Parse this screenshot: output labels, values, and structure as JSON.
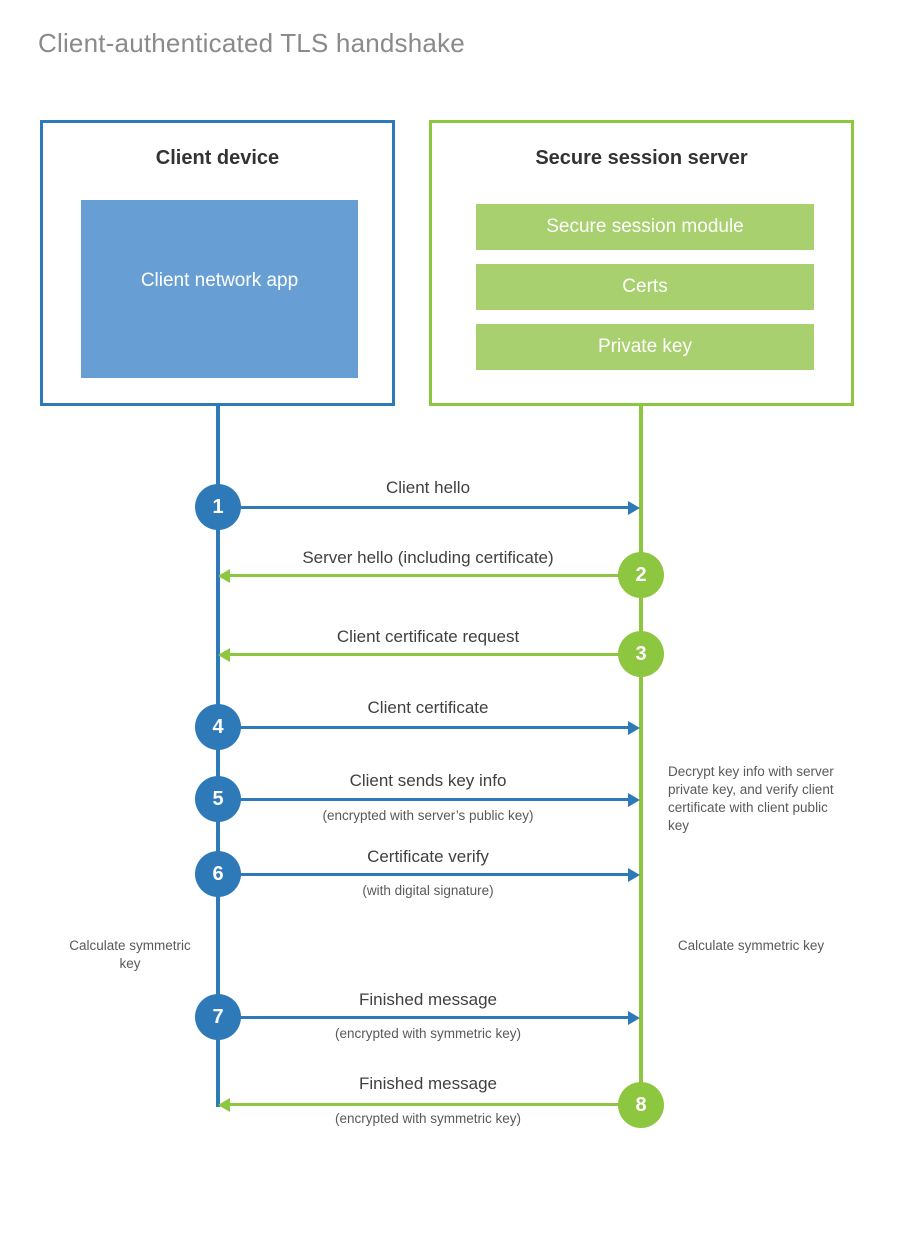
{
  "diagram": {
    "title": "Client-authenticated TLS handshake",
    "colors": {
      "client_blue": "#2e7ab8",
      "client_app_fill": "#679fd4",
      "server_green": "#8dc63f",
      "server_bar_fill": "#a8d06e",
      "title_gray": "#8a8a8a",
      "text_dark": "#404040",
      "background": "#ffffff"
    },
    "participants": [
      {
        "id": "client",
        "title": "Client device",
        "accent": "#2e7ab8",
        "components": [
          "Client network app"
        ]
      },
      {
        "id": "server",
        "title": "Secure session server",
        "accent": "#8dc63f",
        "components": [
          "Secure session module",
          "Certs",
          "Private key"
        ]
      }
    ],
    "messages": [
      {
        "number": "1",
        "label": "Client hello",
        "sub": "",
        "direction": "client-to-server",
        "color": "#2e7ab8"
      },
      {
        "number": "2",
        "label": "Server hello (including certificate)",
        "sub": "",
        "direction": "server-to-client",
        "color": "#8dc63f"
      },
      {
        "number": "3",
        "label": "Client certificate request",
        "sub": "",
        "direction": "server-to-client",
        "color": "#8dc63f"
      },
      {
        "number": "4",
        "label": "Client certificate",
        "sub": "",
        "direction": "client-to-server",
        "color": "#2e7ab8"
      },
      {
        "number": "5",
        "label": "Client sends key info",
        "sub": "(encrypted with server’s public key)",
        "direction": "client-to-server",
        "color": "#2e7ab8"
      },
      {
        "number": "6",
        "label": "Certificate verify",
        "sub": "(with digital signature)",
        "direction": "client-to-server",
        "color": "#2e7ab8"
      },
      {
        "number": "7",
        "label": "Finished message",
        "sub": "(encrypted with symmetric key)",
        "direction": "client-to-server",
        "color": "#2e7ab8"
      },
      {
        "number": "8",
        "label": "Finished message",
        "sub": "(encrypted with symmetric key)",
        "direction": "server-to-client",
        "color": "#8dc63f"
      }
    ],
    "notes": [
      {
        "id": "server-decrypt",
        "side": "right",
        "text": "Decrypt key info with server private key, and verify client certificate with client public key"
      },
      {
        "id": "client-calc-key",
        "side": "left",
        "text": "Calculate symmetric key"
      },
      {
        "id": "server-calc-key",
        "side": "right",
        "text": "Calculate symmetric key"
      }
    ]
  }
}
